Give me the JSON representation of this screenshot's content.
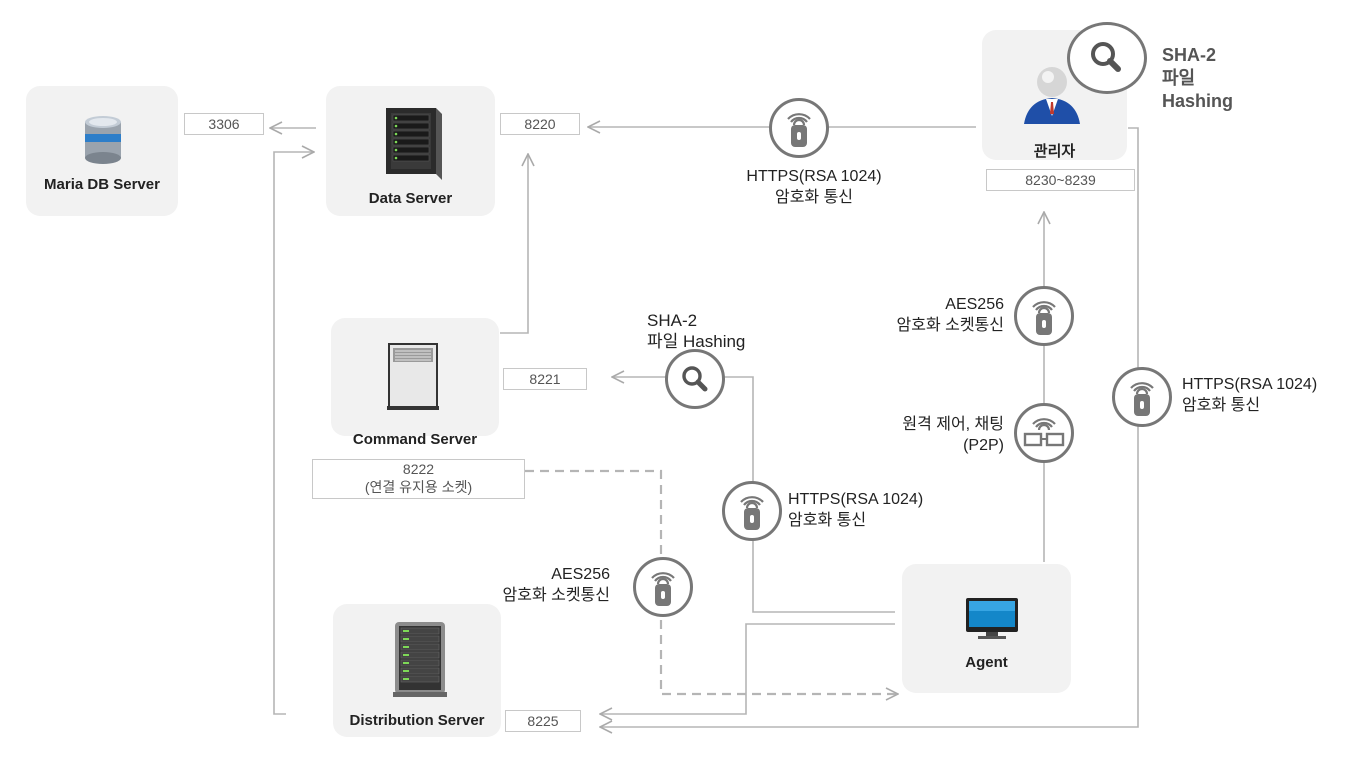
{
  "nodes": {
    "mariadb": "Maria DB Server",
    "data_server": "Data Server",
    "command_server": "Command Server",
    "distribution_server": "Distribution Server",
    "admin": "관리자",
    "agent": "Agent"
  },
  "ports": {
    "p3306": "3306",
    "p8220": "8220",
    "p8221": "8221",
    "p8222_line1": "8222",
    "p8222_line2": "(연결 유지용 소켓)",
    "p8225": "8225",
    "p8230": "8230~8239"
  },
  "captions": {
    "admin_hash_line1": "SHA-2",
    "admin_hash_line2": "파일",
    "admin_hash_line3": "Hashing",
    "https_top_line1": "HTTPS(RSA 1024)",
    "https_top_line2": "암호화 통신",
    "hash_mid_line1": "SHA-2",
    "hash_mid_line2": "파일 Hashing",
    "aes_right_line1": "AES256",
    "aes_right_line2": "암호화 소켓통신",
    "remote_line1": "원격 제어, 채팅",
    "remote_line2": "(P2P)",
    "https_right_line1": "HTTPS(RSA 1024)",
    "https_right_line2": "암호화 통신",
    "https_mid_line1": "HTTPS(RSA 1024)",
    "https_mid_line2": "암호화 통신",
    "aes_left_line1": "AES256",
    "aes_left_line2": "암호화 소켓통신"
  },
  "colors": {
    "node_bg": "#f2f2f2",
    "line": "#b5b5b5",
    "badge_border": "#777777",
    "admin_suit": "#1f4fa8",
    "monitor_screen": "#1487c9"
  }
}
